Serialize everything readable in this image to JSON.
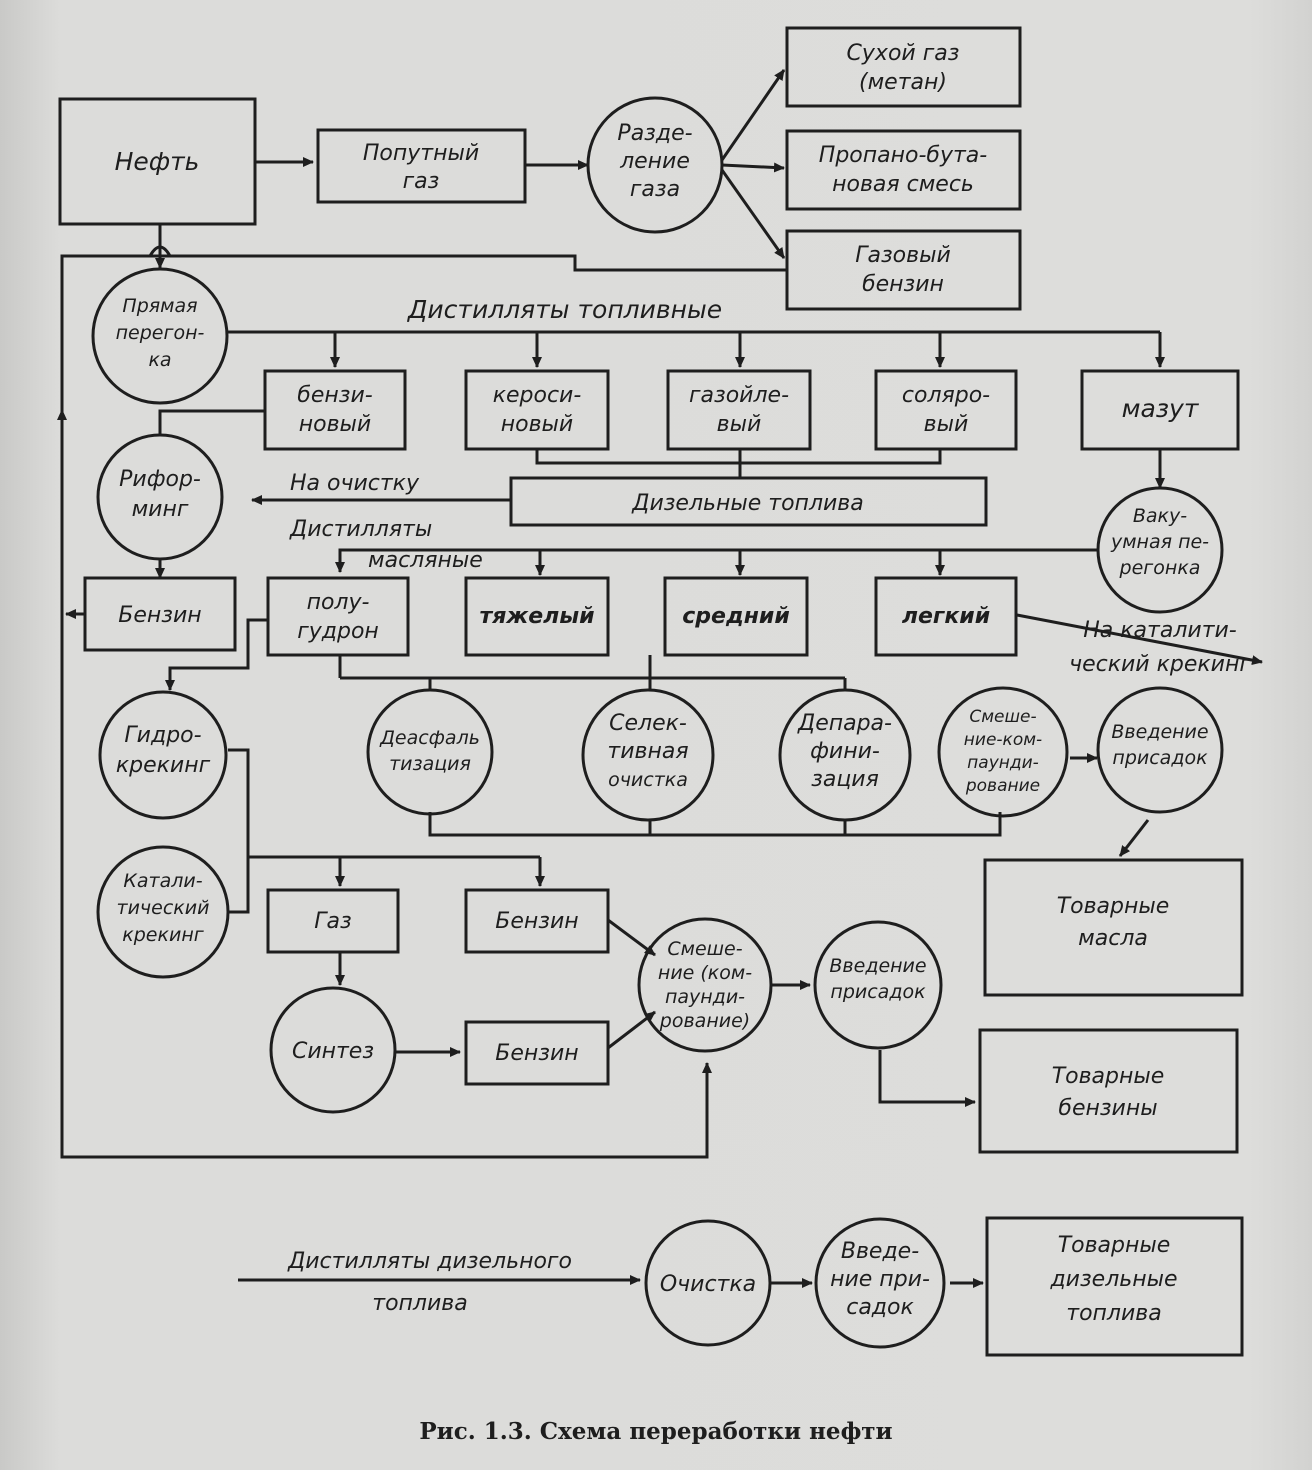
{
  "diagram": {
    "caption": "Рис. 1.3. Схема переработки нефти",
    "nodes": {
      "neft": "Нефть",
      "poputny_gaz": [
        "Попутный",
        "газ"
      ],
      "razdelenie_gaza": [
        "Разде-",
        "ление",
        "газа"
      ],
      "sukhoy_gaz": [
        "Сухой газ",
        "(метан)"
      ],
      "propano_butan": [
        "Пропано-бута-",
        "новая смесь"
      ],
      "gazovy_benzin": [
        "Газовый",
        "бензин"
      ],
      "pryamaya_peregonka": [
        "Прямая",
        "перегон-",
        "ка"
      ],
      "benzinovy": [
        "бензи-",
        "новый"
      ],
      "kerosinovy": [
        "кероси-",
        "новый"
      ],
      "gazoylevy": [
        "газойле-",
        "вый"
      ],
      "solyarovy": [
        "соляро-",
        "вый"
      ],
      "mazut": "мазут",
      "riforming": [
        "Рифор-",
        "минг"
      ],
      "dizelnye_topliva": "Дизельные топлива",
      "vakuumnaya": [
        "Ваку-",
        "умная пе-",
        "регонка"
      ],
      "benzin_left": "Бензин",
      "polugudron": [
        "полу-",
        "гудрон"
      ],
      "tyazhely": "тяжелый",
      "sredniy": "средний",
      "legkiy": "легкий",
      "gidrokreking": [
        "Гидро-",
        "крекинг"
      ],
      "deasfaltizatsiya": [
        "Деасфаль",
        "тизация"
      ],
      "selektivnaya": [
        "Селек-",
        "тивная",
        "очистка"
      ],
      "deparafinizatsiya": [
        "Депара-",
        "фини-",
        "зация"
      ],
      "smeshenie_oil": [
        "Смеше-",
        "ние-ком-",
        "паунди-",
        "рование"
      ],
      "vvedenie_oil": [
        "Введение",
        "присадок"
      ],
      "tovarnye_masla": [
        "Товарные",
        "масла"
      ],
      "kataliticheskiy": [
        "Катали-",
        "тический",
        "крекинг"
      ],
      "gaz": "Газ",
      "benzin_upper": "Бензин",
      "smeshenie_fuel": [
        "Смеше-",
        "ние (ком-",
        "паунди-",
        "рование)"
      ],
      "vvedenie_fuel": [
        "Введение",
        "присадок"
      ],
      "sintez": "Синтез",
      "benzin_lower": "Бензин",
      "tovarnye_benziny": [
        "Товарные",
        "бензины"
      ],
      "ochistka": "Очистка",
      "vvedenie_diesel": [
        "Введе-",
        "ние при-",
        "садок"
      ],
      "tovarnye_dizelnye": [
        "Товарные",
        "дизельные",
        "топлива"
      ]
    },
    "labels": {
      "distillyaty_toplivnye": "Дистилляты топливные",
      "na_ochistku": "На очистку",
      "distillyaty_maslyanye": [
        "Дистилляты",
        "масляные"
      ],
      "na_kreking": [
        "На каталити-",
        "ческий крекинг"
      ],
      "distillyaty_dizelnogo": [
        "Дистилляты дизельного",
        "топлива"
      ]
    }
  }
}
